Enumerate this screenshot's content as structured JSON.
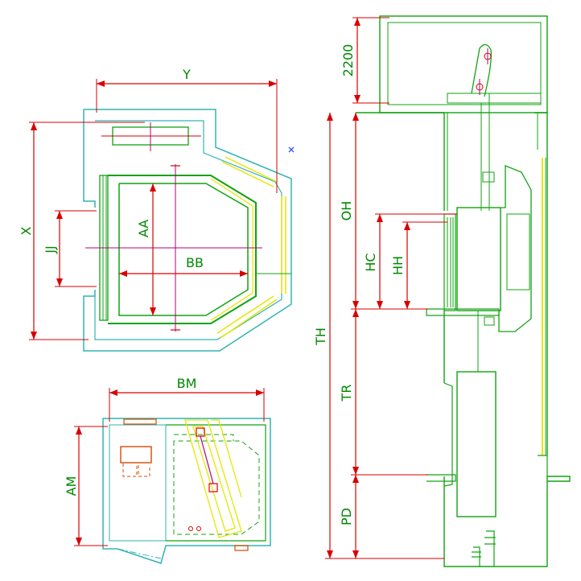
{
  "dimensions": {
    "y": "Y",
    "x": "X",
    "aa": "AA",
    "bb": "BB",
    "jj": "JJ",
    "bm": "BM",
    "am": "AM",
    "top_clearance": "2200",
    "th": "TH",
    "oh": "OH",
    "hc": "HC",
    "hh": "HH",
    "tr": "TR",
    "pd": "PD"
  },
  "colors": {
    "wall": "#33b3b3",
    "car": "#11a311",
    "dimension": "#d90000",
    "label": "#008800",
    "centerline": "#b0007a",
    "rail": "#e6e600",
    "machine": "#d94a00",
    "marker": "#3355ff"
  }
}
